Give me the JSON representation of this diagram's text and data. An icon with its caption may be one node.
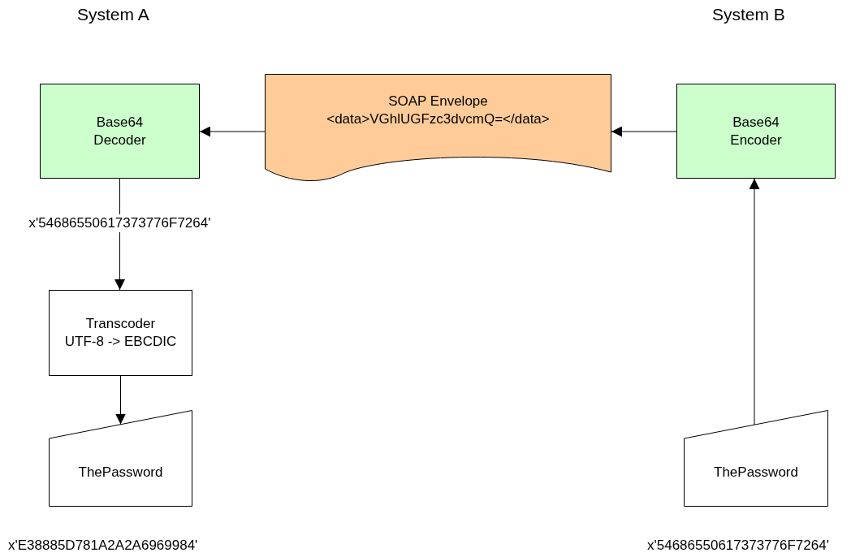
{
  "diagram": {
    "nodes": [
      {
        "text": [
          "Base64 Decoder"
        ]
      },
      {
        "text": [
          "SOAP Envelope",
          "<data>VGhlUGFzc3dvcmQ=</data>"
        ]
      },
      {
        "text": [
          "Base64 Encoder"
        ]
      },
      {
        "text": [
          "Transcoder",
          "UTF-8 -> EBCDIC"
        ]
      },
      {
        "text": [
          "ThePassword"
        ],
        "beside": [
          "x'E38885D781A2A2A6969984'"
        ]
      },
      {
        "text": [
          "ThePassword"
        ],
        "beside": [
          "x'54686550617373776F7264'"
        ]
      }
    ],
    "edges": [
      {
        "from": 1,
        "to": 0,
        "arrow": "to"
      },
      {
        "from": 2,
        "to": 1,
        "arrow": "to"
      },
      {
        "from": 0,
        "to": 3,
        "arrow": "to",
        "label": "x'54686550617373776F7264'"
      },
      {
        "from": 3,
        "to": 4,
        "arrow": "to"
      },
      {
        "from": 5,
        "to": 2,
        "arrow": "to"
      }
    ],
    "labels": [
      "System A",
      "System B"
    ]
  }
}
